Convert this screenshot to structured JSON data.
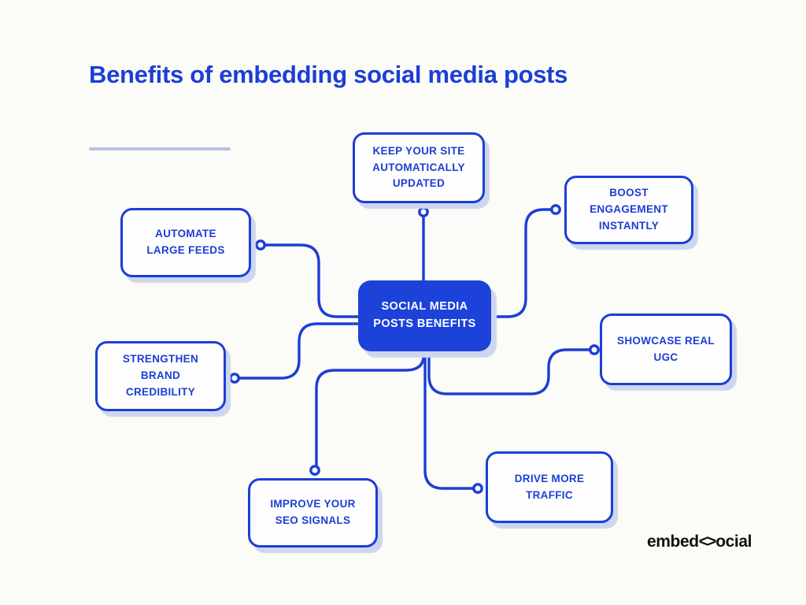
{
  "page": {
    "background_color": "#fbfbf8"
  },
  "header": {
    "title": "Benefits of embedding social media posts"
  },
  "colors": {
    "primary_blue": "#1c3ed5",
    "central_node_fill": "#1d42da",
    "central_node_text": "#ffffff",
    "box_shadow": "#ced6ef",
    "title_underline": "#b9c3dd",
    "logo_black": "#111111"
  },
  "diagram": {
    "central_node": {
      "label": "SOCIAL MEDIA\nPOSTS BENEFITS"
    },
    "nodes": [
      {
        "id": "keep-site",
        "label": "KEEP YOUR SITE\nAUTOMATICALLY\nUPDATED"
      },
      {
        "id": "boost-engagement",
        "label": "BOOST\nENGAGEMENT\nINSTANTLY"
      },
      {
        "id": "automate-feeds",
        "label": "AUTOMATE\nLARGE FEEDS"
      },
      {
        "id": "strengthen-brand",
        "label": "STRENGTHEN\nBRAND\nCREDIBILITY"
      },
      {
        "id": "showcase-ugc",
        "label": "SHOWCASE REAL\nUGC"
      },
      {
        "id": "drive-traffic",
        "label": "DRIVE MORE\nTRAFFIC"
      },
      {
        "id": "improve-seo",
        "label": "IMPROVE YOUR\nSEO SIGNALS"
      }
    ]
  },
  "footer": {
    "logo": {
      "prefix": "embed",
      "glyph": "<>",
      "suffix": "ocial"
    }
  }
}
